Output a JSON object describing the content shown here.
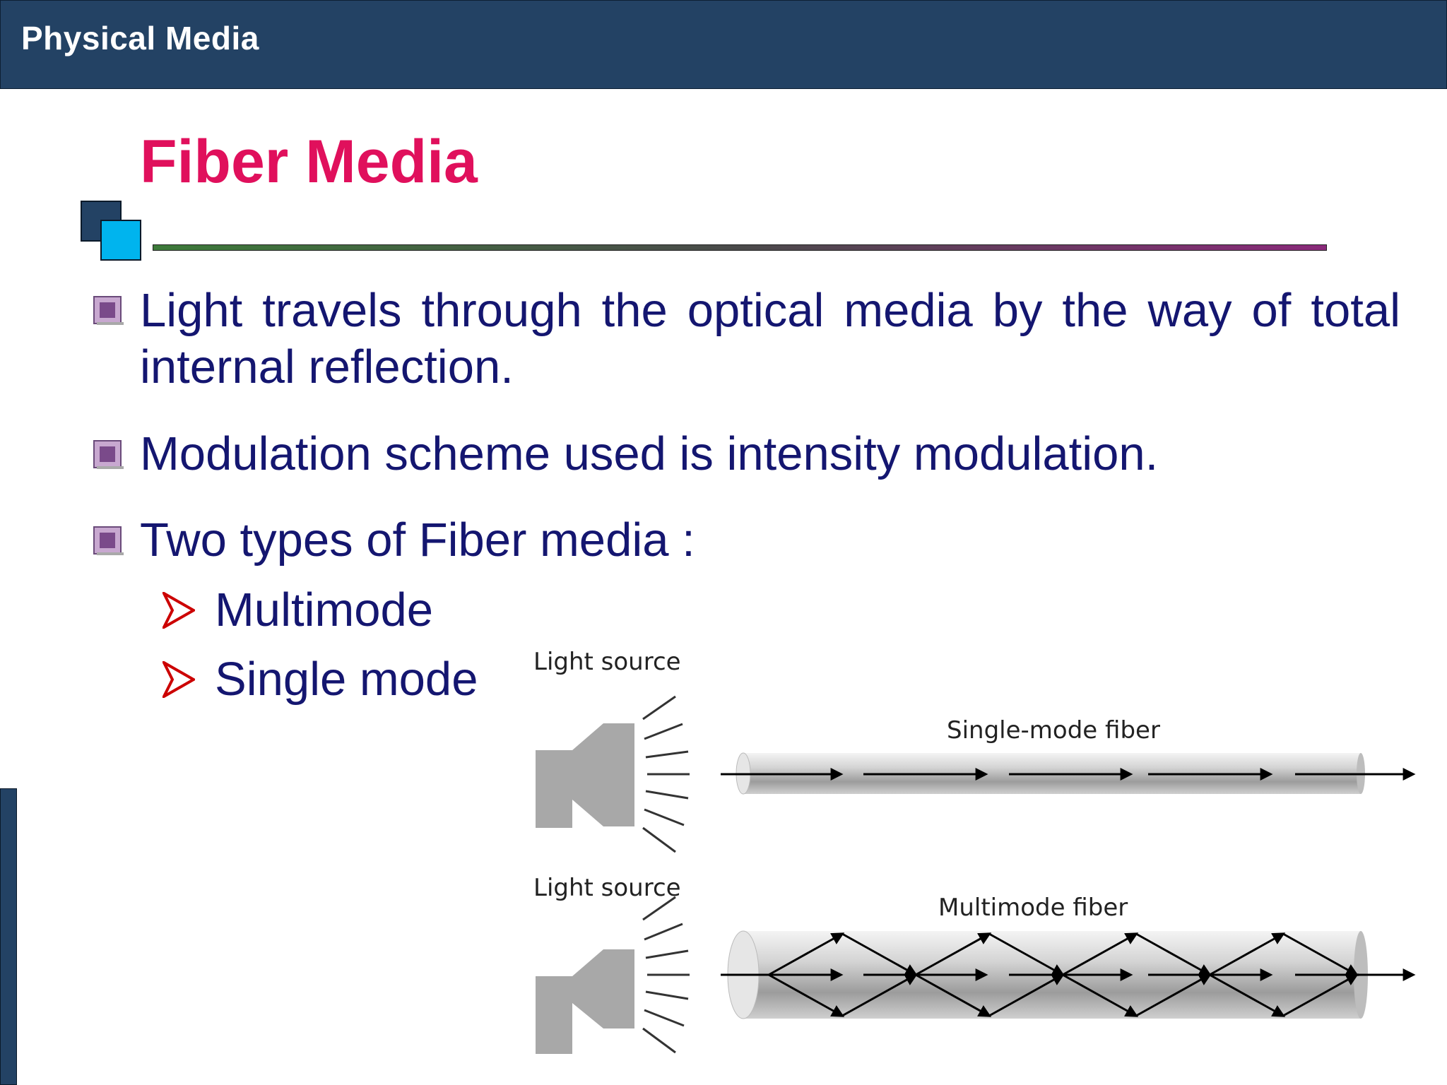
{
  "header": {
    "title": "Physical Media"
  },
  "slide": {
    "title": "Fiber Media",
    "bullets": [
      "Light travels through the optical media by the way of total internal reflection.",
      "Modulation scheme used is intensity modulation.",
      "Two types of Fiber media :"
    ],
    "sub_items": [
      "Multimode",
      "Single mode"
    ]
  },
  "diagram": {
    "single": {
      "source_label": "Light source",
      "fiber_label": "Single-mode fiber"
    },
    "multi": {
      "source_label": "Light source",
      "fiber_label": "Multimode fiber"
    }
  },
  "colors": {
    "header_bg": "#234264",
    "title": "#e0105c",
    "body_text": "#141670",
    "accent_square": "#00b4ee",
    "sub_arrow": "#cc0000"
  }
}
